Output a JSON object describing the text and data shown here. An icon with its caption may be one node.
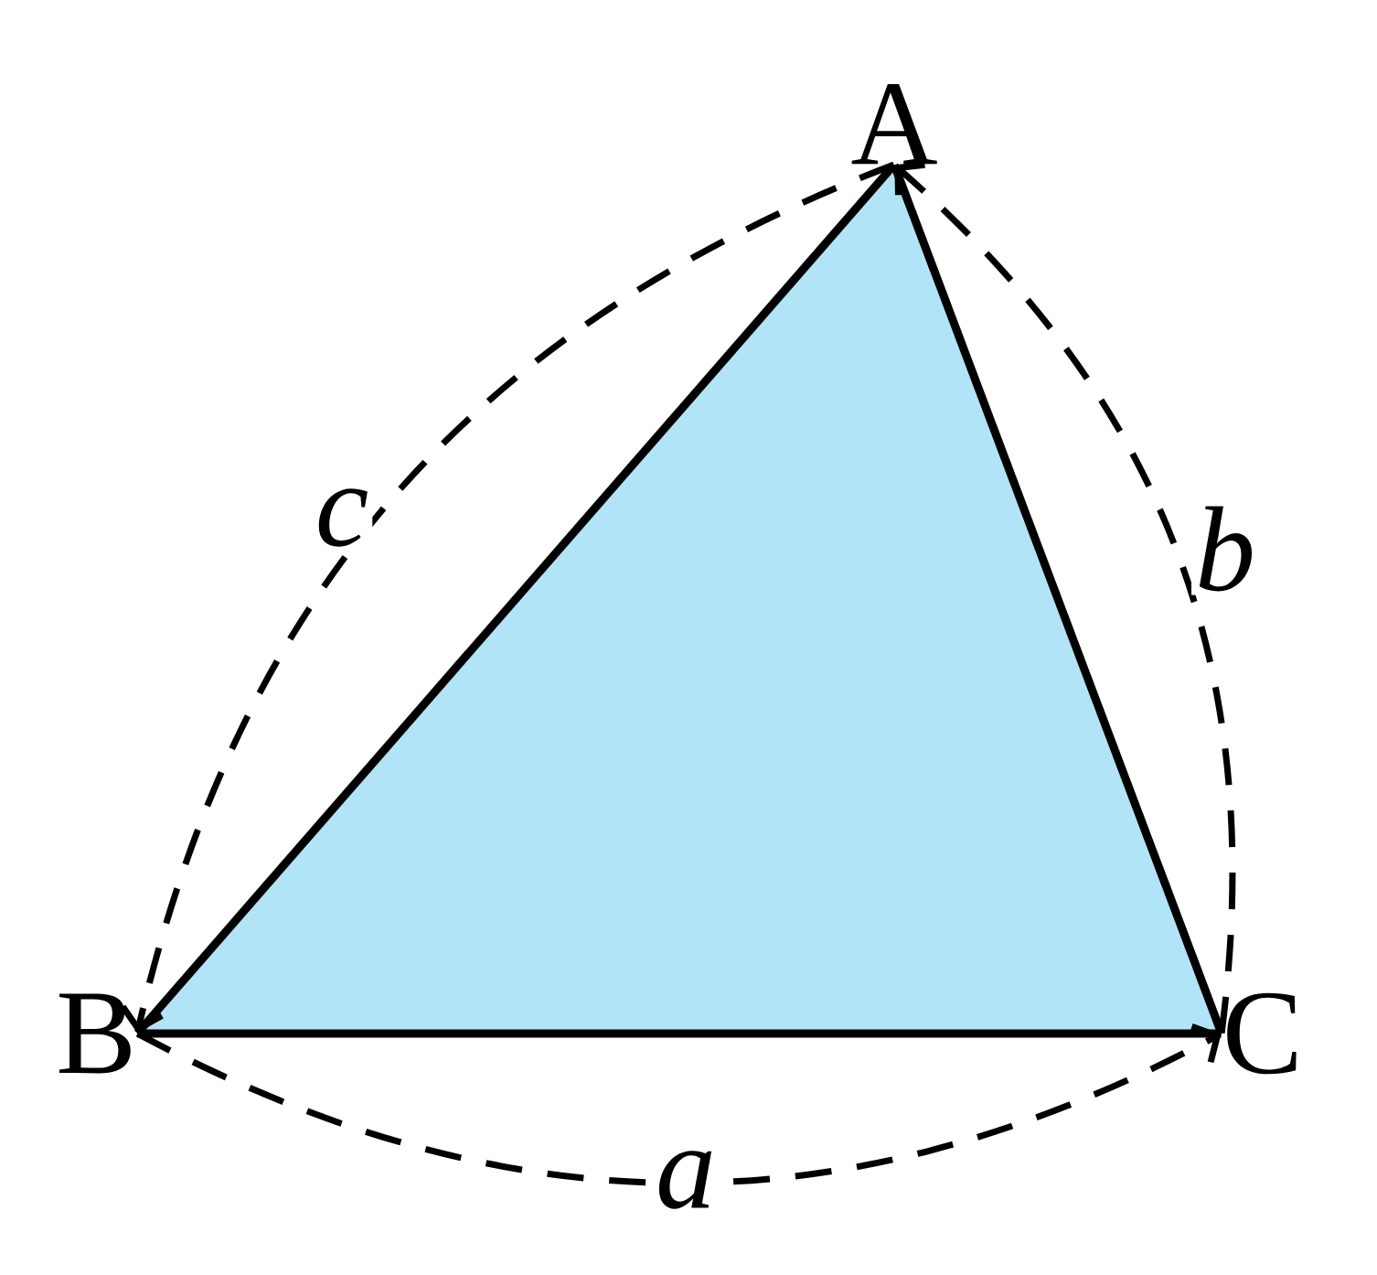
{
  "diagram": {
    "nodes": [
      {
        "text": [
          "A"
        ]
      },
      {
        "text": [
          "B"
        ]
      },
      {
        "text": [
          "C"
        ]
      }
    ],
    "edges": [
      {
        "from": 1,
        "to": 0,
        "arrow": "none"
      },
      {
        "from": 0,
        "to": 2,
        "arrow": "none"
      },
      {
        "from": 1,
        "to": 2,
        "arrow": "none"
      },
      {
        "from": 0,
        "to": 1,
        "arrow": "to",
        "style": "dashed",
        "label": "c"
      },
      {
        "from": 1,
        "to": 2,
        "arrow": "to",
        "style": "dashed",
        "label": "a"
      },
      {
        "from": 2,
        "to": 0,
        "arrow": "to",
        "style": "dashed",
        "label": "b"
      }
    ]
  }
}
